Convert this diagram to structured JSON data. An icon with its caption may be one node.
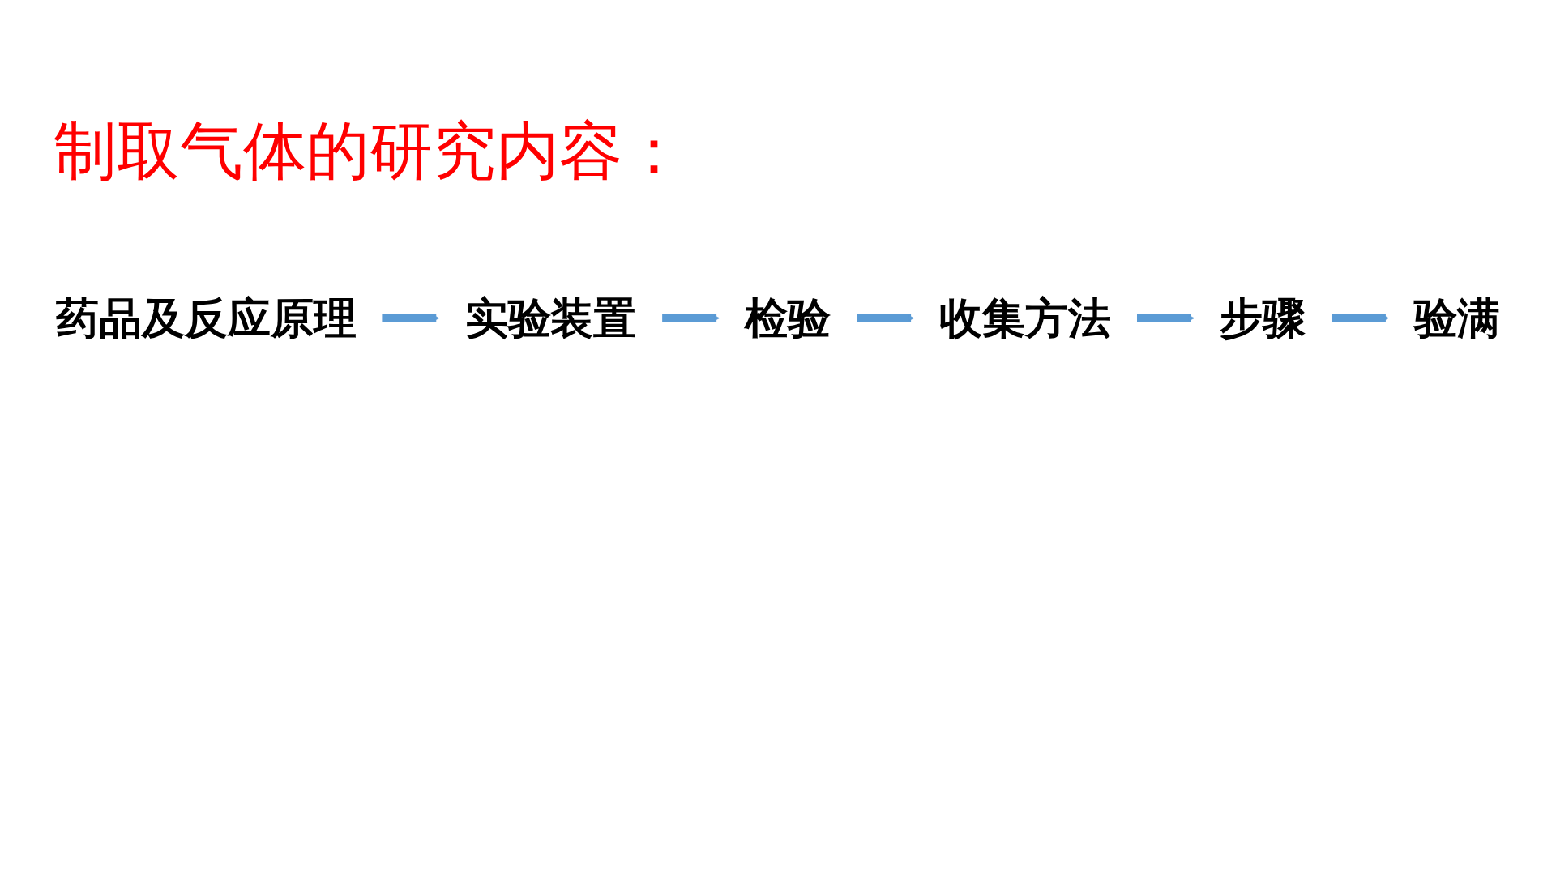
{
  "diagram": {
    "title": "制取气体的研究内容：",
    "nodes": [
      {
        "text": [
          "药品及反应原理"
        ]
      },
      {
        "text": [
          "实验装置"
        ]
      },
      {
        "text": [
          "检验"
        ]
      },
      {
        "text": [
          "收集方法"
        ]
      },
      {
        "text": [
          "步骤"
        ]
      },
      {
        "text": [
          "验满"
        ]
      }
    ],
    "edges": [
      {
        "from": 0,
        "to": 1,
        "arrow": "to"
      },
      {
        "from": 1,
        "to": 2,
        "arrow": "to"
      },
      {
        "from": 2,
        "to": 3,
        "arrow": "to"
      },
      {
        "from": 3,
        "to": 4,
        "arrow": "to"
      },
      {
        "from": 4,
        "to": 5,
        "arrow": "to"
      }
    ]
  }
}
